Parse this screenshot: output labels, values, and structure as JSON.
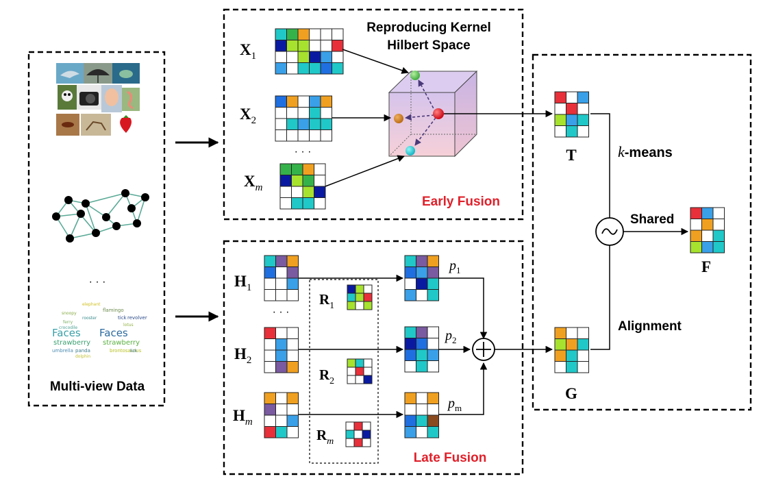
{
  "colors": {
    "red": "#e8303a",
    "blue": "#1f6fe0",
    "sky": "#3aa0e8",
    "green": "#36b24a",
    "lime": "#a6e22e",
    "orange": "#f0a020",
    "yellow": "#f5c518",
    "teal": "#20c8c8",
    "navy": "#0a1aa0",
    "purple": "#7a5aa0",
    "brown": "#8a4a20",
    "white": "#ffffff",
    "annotation_red": "#e0202a"
  },
  "labels": {
    "multiview": "Multi-view Data",
    "rkhs_line1": "Reproducing Kernel",
    "rkhs_line2": "Hilbert Space",
    "early_fusion": "Early Fusion",
    "late_fusion": "Late Fusion",
    "kmeans_k": "k",
    "kmeans_rest": "-means",
    "shared": "Shared",
    "alignment": "Alignment",
    "dots": "· · ·"
  },
  "symbols": {
    "x1": {
      "base": "X",
      "sub": "1"
    },
    "x2": {
      "base": "X",
      "sub": "2"
    },
    "xm": {
      "base": "X",
      "sub": "m"
    },
    "h1": {
      "base": "H",
      "sub": "1"
    },
    "h2": {
      "base": "H",
      "sub": "2"
    },
    "hm": {
      "base": "H",
      "sub": "m"
    },
    "r1": {
      "base": "R",
      "sub": "1"
    },
    "r2": {
      "base": "R",
      "sub": "2"
    },
    "rm": {
      "base": "R",
      "sub": "m"
    },
    "p1": {
      "base": "p",
      "sub": "1"
    },
    "p2": {
      "base": "p",
      "sub": "2"
    },
    "pm": {
      "base": "p",
      "sub": "m"
    },
    "T": "T",
    "G": "G",
    "F": "F"
  },
  "wordcloud": {
    "words": [
      "Faces",
      "Faces",
      "strawberry",
      "strawberry",
      "snoopy",
      "umbrella",
      "flamingo",
      "tick",
      "revolver",
      "rooster",
      "ferry",
      "panda",
      "lick",
      "brontosaurus",
      "crocodile",
      "elephant",
      "lotus",
      "dolphin"
    ]
  }
}
